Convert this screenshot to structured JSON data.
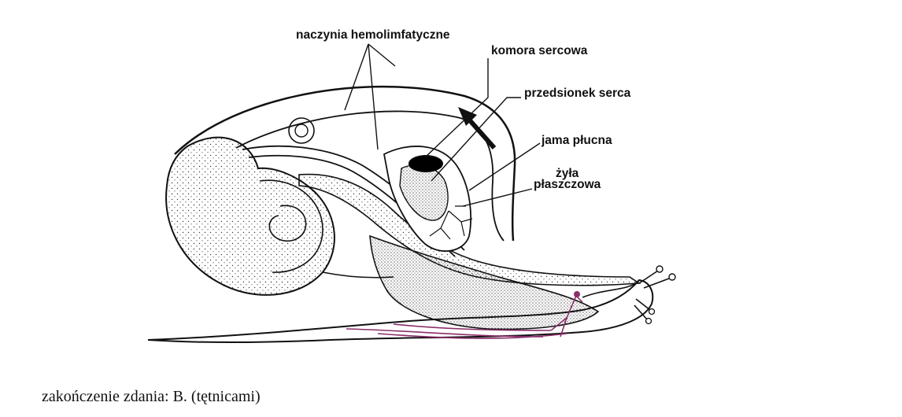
{
  "labels": {
    "vessels": "naczynia hemolimfatyczne",
    "ventricle": "komora sercowa",
    "atrium": "przedsionek serca",
    "lung_cavity": "jama płucna",
    "mantle_vein_line1": "żyła",
    "mantle_vein_line2": "płaszczowa"
  },
  "caption": "zakończenie zdania: B. (tętnicami)",
  "colors": {
    "ink": "#111111",
    "stipple": "#3a3a3a",
    "nerves": "#8a2f6a",
    "heart": "#000000"
  }
}
